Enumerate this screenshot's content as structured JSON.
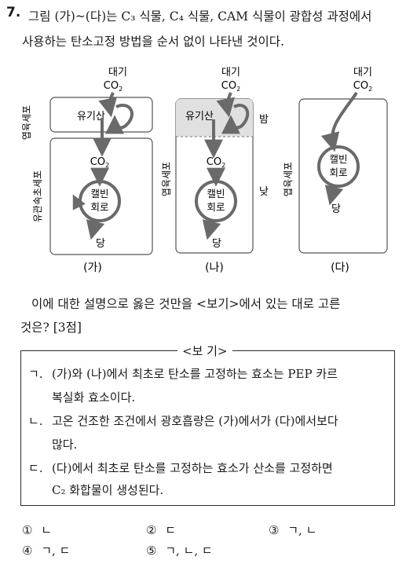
{
  "question": {
    "number": "7.",
    "line1": "그림 (가)~(다)는 C₃ 식물, C₄ 식물, CAM 식물이 광합성 과정에서",
    "line2": "사용하는 탄소고정 방법을 순서 없이 나타낸 것이다."
  },
  "figure": {
    "atm_label": "대기",
    "co2": "CO",
    "co2_sub": "2",
    "organic_acid": "유기산",
    "calvin_line1": "캘빈",
    "calvin_line2": "회로",
    "sugar": "당",
    "mesophyll": "엽육세포",
    "bundle_sheath": "유관속초세포",
    "night": "밤",
    "day": "낮",
    "panel_labels": [
      "(가)",
      "(나)",
      "(다)"
    ]
  },
  "prompt": {
    "line1": "이에 대한 설명으로 옳은 것만을 <보기>에서 있는 대로 고른",
    "line2": "것은? [3점]"
  },
  "bogi": {
    "title": "<보 기>",
    "items": [
      {
        "marker": "ㄱ.",
        "line1": "(가)와 (나)에서 최초로 탄소를 고정하는 효소는 PEP 카르",
        "line2": "복실화 효소이다."
      },
      {
        "marker": "ㄴ.",
        "line1": "고온 건조한 조건에서 광호흡량은 (가)에서가 (다)에서보다",
        "line2": "많다."
      },
      {
        "marker": "ㄷ.",
        "line1": "(다)에서 최초로 탄소를 고정하는 효소가 산소를 고정하면",
        "line2": "C₂ 화합물이 생성된다."
      }
    ]
  },
  "choices": [
    {
      "num": "①",
      "text": "ㄴ"
    },
    {
      "num": "②",
      "text": "ㄷ"
    },
    {
      "num": "③",
      "text": "ㄱ, ㄴ"
    },
    {
      "num": "④",
      "text": "ㄱ, ㄷ"
    },
    {
      "num": "⑤",
      "text": "ㄱ, ㄴ, ㄷ"
    }
  ]
}
